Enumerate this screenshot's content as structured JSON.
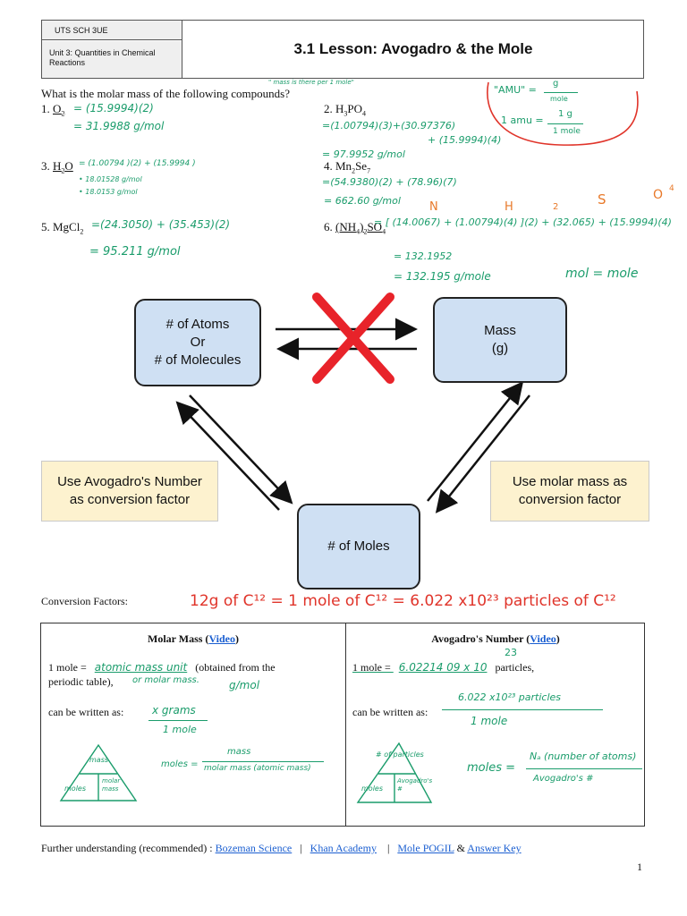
{
  "header": {
    "course": "UTS   SCH 3UE",
    "unit": "Unit 3: Quantities in Chemical Reactions",
    "title": "3.1 Lesson: Avogadro & the Mole",
    "note": "\" mass is there per 1 mole\""
  },
  "question": "What is the molar mass of the following compounds?",
  "problems": [
    {
      "num": "1.",
      "formula": "O",
      "sub": "2",
      "work": [
        "= (15.9994)(2)",
        "= 31.9988  g/mol"
      ]
    },
    {
      "num": "2.",
      "formula": "H",
      "formula_full": "H3PO4",
      "work": [
        "=(1.00794)(3)+(30.97376)",
        "+ (15.9994)(4)",
        "= 97.9952 g/mol"
      ]
    },
    {
      "num": "3.",
      "formula": "H",
      "formula_full": "H2O",
      "work": [
        "= (1.00794   )(2) + (15.9994   )",
        "• 18.01528 g/mol",
        "• 18.0153 g/mol"
      ]
    },
    {
      "num": "4.",
      "formula_full": "Mn2Se7",
      "work": [
        "=(54.9380)(2) + (78.96)(7)",
        "= 662.60 g/mol"
      ]
    },
    {
      "num": "5.",
      "formula_full": "MgCl2",
      "work": [
        "=(24.3050) + (35.453)(2)",
        "= 95.211 g/mol"
      ]
    },
    {
      "num": "6.",
      "formula_full": "(NH4)2SO4",
      "work": [
        "= [ (14.0067) + (1.00794)(4) ](2)  + (32.065) + (15.9994)(4)",
        "= 132.1952",
        "= 132.195 g/mole"
      ]
    }
  ],
  "amu_note": {
    "line1": "\"AMU\" =",
    "frac1_top": "g",
    "frac1_bot": "mole",
    "line2": "1 amu =",
    "frac2_top": "1 g",
    "frac2_bot": "1 mole"
  },
  "element_labels": {
    "n": "N",
    "h": "H",
    "s": "S",
    "o": "O",
    "two": "2",
    "four": "4"
  },
  "mol_equals": "mol = mole",
  "diagram": {
    "atoms_box": [
      "# of Atoms",
      "Or",
      "# of Molecules"
    ],
    "mass_box": [
      "Mass",
      "(g)"
    ],
    "moles_box": "# of Moles",
    "avogadro_note": [
      "Use Avogadro's Number",
      "as conversion factor"
    ],
    "molar_note": [
      "Use molar mass as",
      "conversion factor"
    ]
  },
  "conversion": {
    "label": "Conversion Factors:",
    "handwritten": "12g of C¹² = 1 mole of C¹² = 6.022 x10²³ particles of C¹²"
  },
  "table": {
    "left": {
      "title": "Molar Mass (",
      "video": "Video",
      "close": ")",
      "line1_a": "1 mole = ",
      "line1_fill": "atomic mass unit",
      "line1_b": " (obtained from the",
      "line2": "periodic table),",
      "line2_hw": "or molar mass.",
      "unit_hw": "g/mol",
      "written": "can be written as:",
      "frac_top": "x grams",
      "frac_bot": "1 mole",
      "tri_top": "mass",
      "tri_l": "moles",
      "tri_r": "molar mass",
      "formula_lhs": "moles =",
      "formula_top": "mass",
      "formula_bot": "molar mass (atomic mass)"
    },
    "right": {
      "title": "Avogadro's Number (",
      "video": "Video",
      "close": ")",
      "line1_a": "1 mole = ",
      "line1_fill": "6.02214 09 x 10",
      "exp": "23",
      "line1_b": " particles,",
      "written": "can be written as:",
      "frac_top": "6.022 x10²³ particles",
      "frac_bot": "1  mole",
      "tri_top": "# of particles",
      "tri_l": "moles",
      "tri_r": "Avogadro's #",
      "formula_lhs": "moles =",
      "formula_top": "Nₐ  (number of atoms)",
      "formula_bot": "Avogadro's #"
    }
  },
  "footer": {
    "label": "Further understanding (recommended) : ",
    "bozeman": "Bozeman Science",
    "sep": "|",
    "khan": "Khan Academy",
    "pogil": "Mole POGIL",
    "amp": "&",
    "answer": "Answer Key",
    "page": "1"
  },
  "colors": {
    "green": "#1a9c6b",
    "red": "#e0342a",
    "orange": "#e8792a",
    "box": "#cfe0f3",
    "note": "#fdf2cf",
    "link": "#1b5fd1"
  }
}
